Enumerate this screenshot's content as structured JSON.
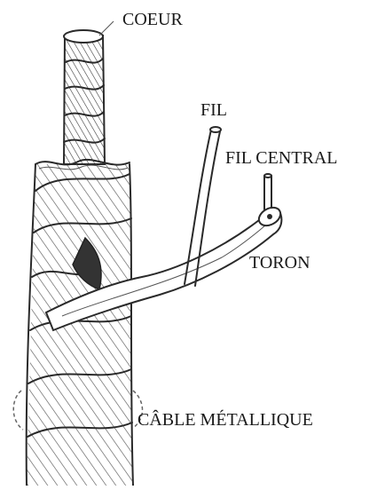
{
  "diagram": {
    "labels": {
      "core": "COEUR",
      "wire": "FIL",
      "central_wire": "FIL CENTRAL",
      "strand": "TORON",
      "wire_rope": "CÂBLE MÉTALLIQUE"
    }
  }
}
